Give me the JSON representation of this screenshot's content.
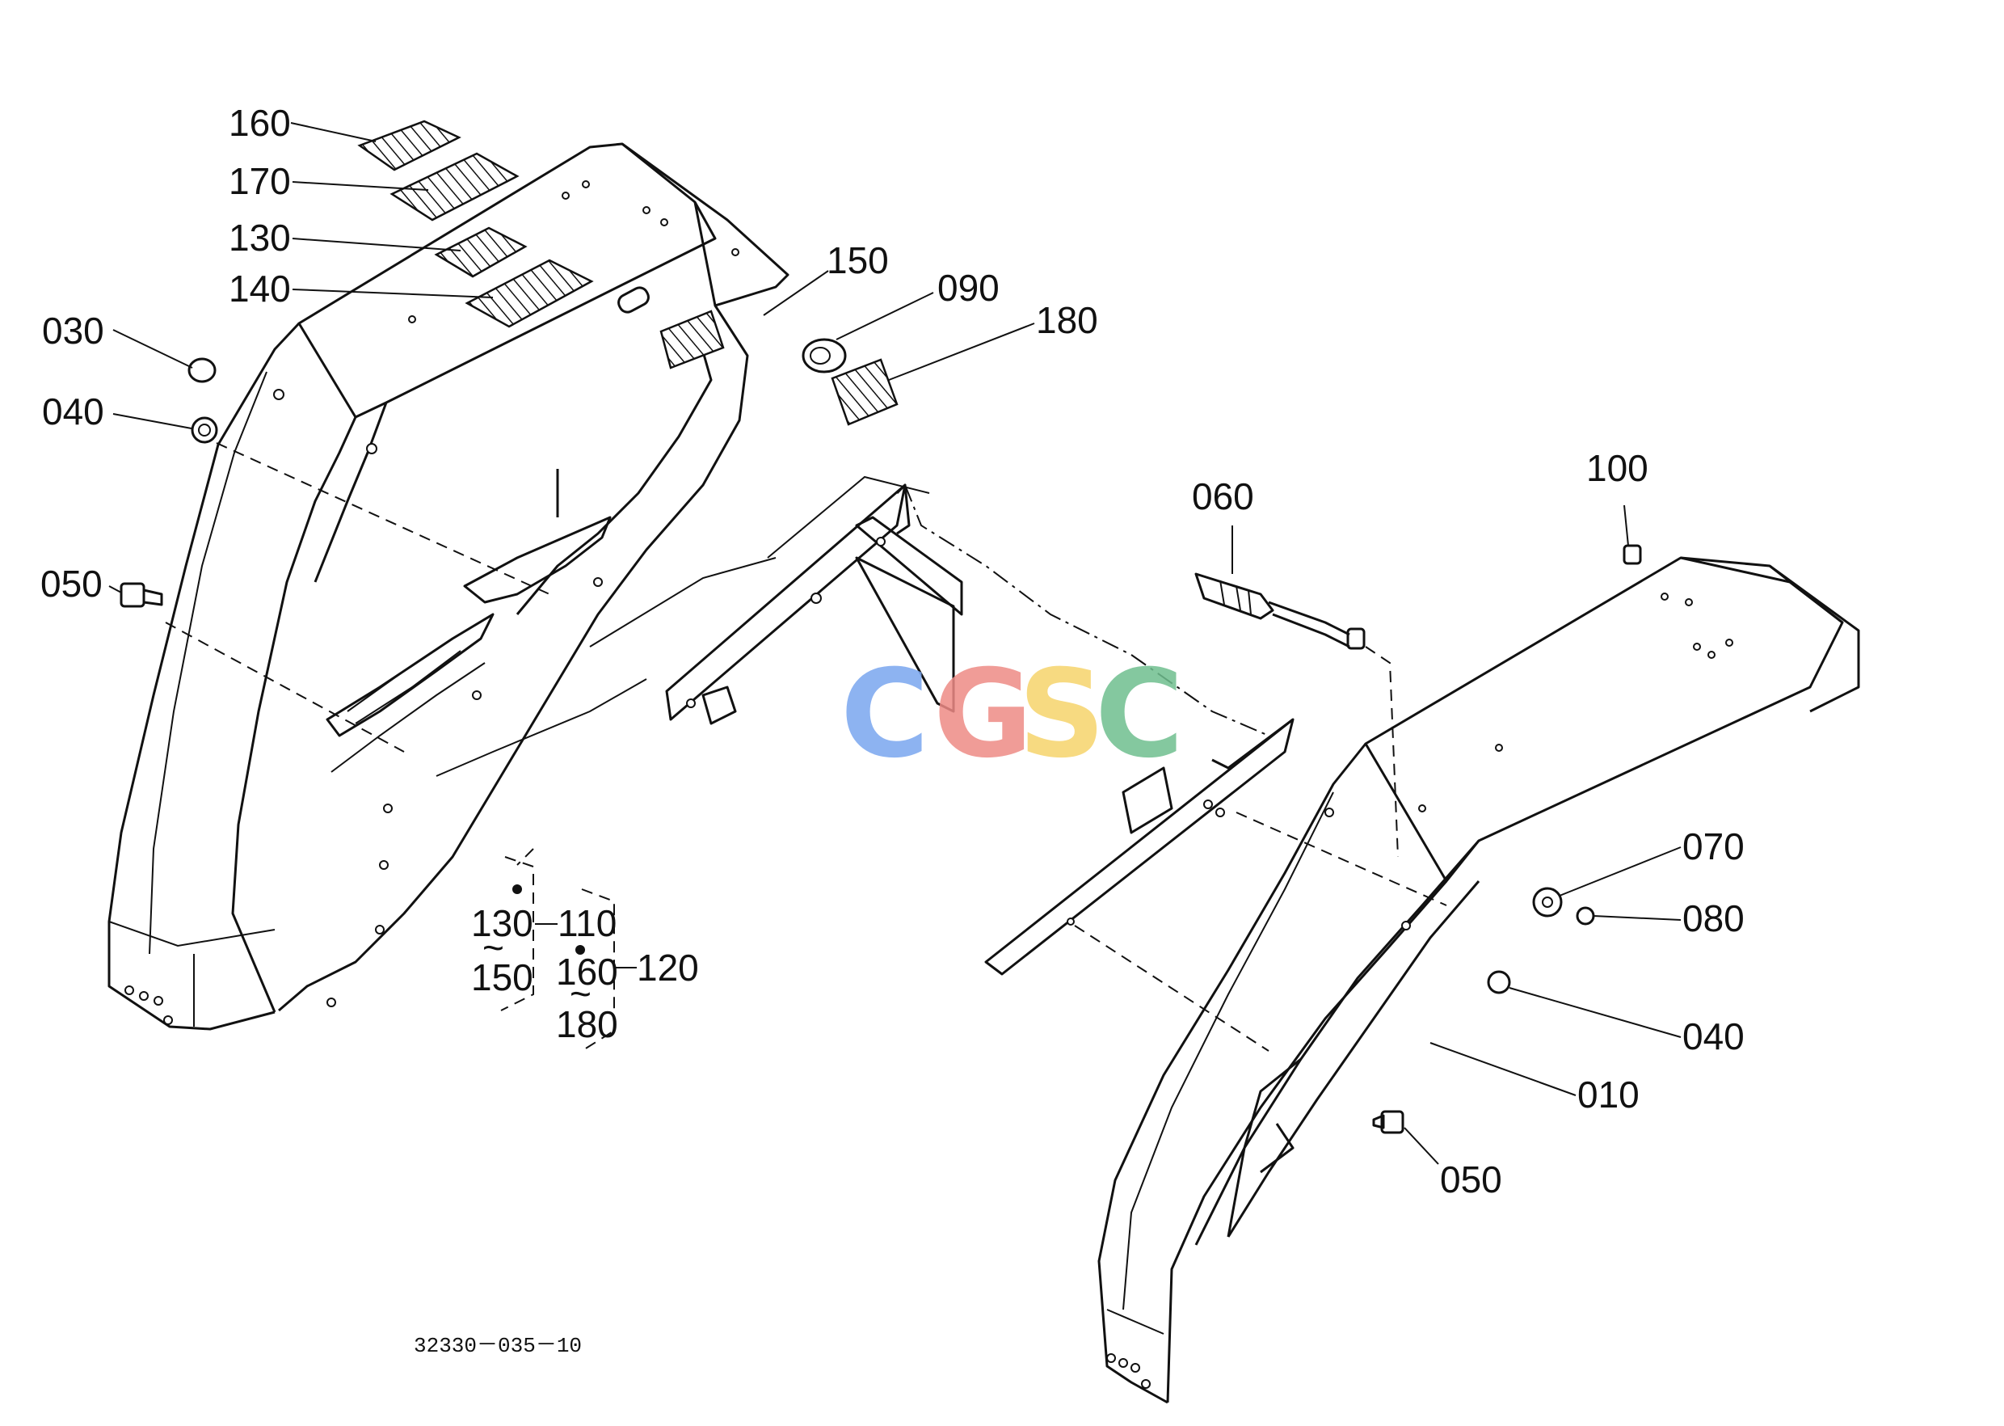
{
  "callouts": {
    "c160": "160",
    "c170": "170",
    "c130": "130",
    "c140": "140",
    "c150": "150",
    "c090": "090",
    "c180": "180",
    "c030": "030",
    "c040_left": "040",
    "c050_left": "050",
    "c060": "060",
    "c100": "100",
    "c070": "070",
    "c080": "080",
    "c040_right": "040",
    "c010": "010",
    "c050_right": "050"
  },
  "kit_groups": {
    "group1_start": "130",
    "group1_tilde": "~",
    "group1_end": "150",
    "group1_label": "110",
    "group2_start": "160",
    "group2_tilde": "~",
    "group2_end": "180",
    "group2_label": "120"
  },
  "watermark": {
    "letters": [
      "C",
      "G",
      "S",
      "C"
    ],
    "colors": [
      "#7aa6ef",
      "#ee8b86",
      "#f6d46c",
      "#6fbf8f"
    ]
  },
  "drawing_number": "32330－035－10"
}
